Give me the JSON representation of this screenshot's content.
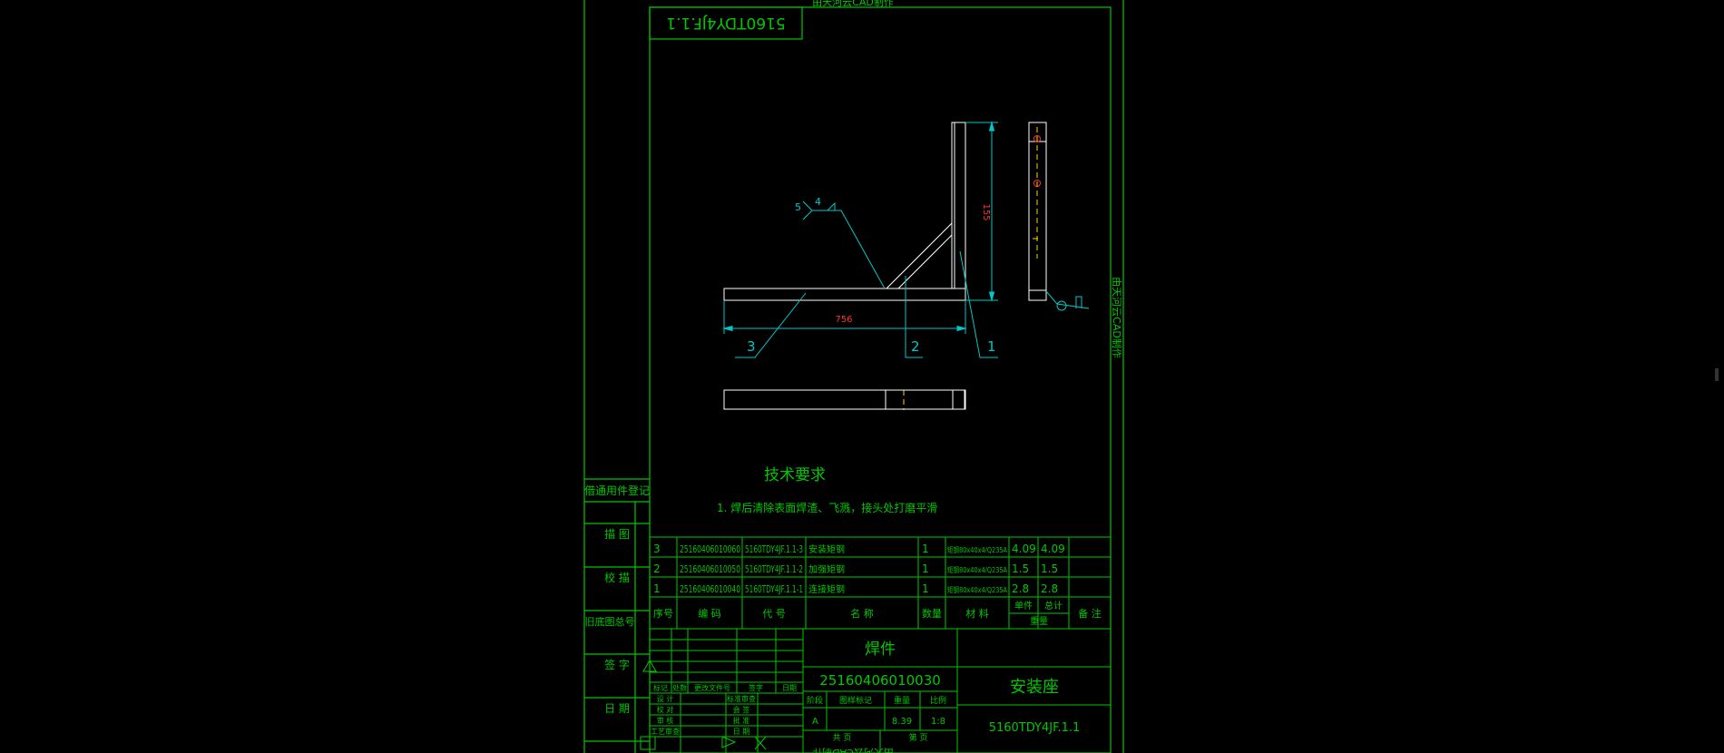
{
  "colors": {
    "frame": "#00c800",
    "part": "#ffffff",
    "dim": "#00c8c8",
    "dimtext": "#ff3030",
    "center": "#ffd400",
    "bg": "#000000"
  },
  "watermark": "由天河云CAD制作",
  "drawing_number_flipped": "5160TDY4JF.1.1",
  "left_strip": [
    "借通用件登记",
    "描 图",
    "校 描",
    "旧底图总号",
    "签 字",
    "日 期"
  ],
  "dims": {
    "horizontal": "756",
    "vertical": "155"
  },
  "weld_labels": {
    "size": "4",
    "count": "5"
  },
  "balloons": [
    "1",
    "2",
    "3"
  ],
  "notes": {
    "title": "技术要求",
    "line1": "1. 焊后清除表面焊渣、飞溅，接头处打磨平滑"
  },
  "bom": {
    "headers": [
      "序号",
      "编  码",
      "代  号",
      "名  称",
      "数量",
      "材  料",
      "单件",
      "总计",
      "备 注"
    ],
    "weight_label": "重量",
    "rows": [
      {
        "no": "3",
        "code": "25160406010060",
        "ref": "5160TDY4JF.1.1-3",
        "name": "安装矩钢",
        "qty": "1",
        "mat": "矩钢80x40x4/Q235A",
        "unit": "4.09",
        "total": "4.09"
      },
      {
        "no": "2",
        "code": "25160406010050",
        "ref": "5160TDY4JF.1.1-2",
        "name": "加强矩钢",
        "qty": "1",
        "mat": "矩钢80x40x4/Q235A",
        "unit": "1.5",
        "total": "1.5"
      },
      {
        "no": "1",
        "code": "25160406010040",
        "ref": "5160TDY4JF.1.1-1",
        "name": "连接矩钢",
        "qty": "1",
        "mat": "矩钢80x40x4/Q235A",
        "unit": "2.8",
        "total": "2.8"
      }
    ]
  },
  "title_block": {
    "type": "焊件",
    "code": "25160406010030",
    "name": "安装座",
    "drawing_no": "5160TDY4JF.1.1",
    "stage_hdr": "阶段",
    "mark_hdr": "图样标记",
    "weight_hdr": "重量",
    "scale_hdr": "比例",
    "stage": "A",
    "weight": "8.39",
    "scale": "1:8",
    "sheets_total": "共  页",
    "sheet_no": "第  页",
    "rev_headers": [
      "标记",
      "处数",
      "更改文件号",
      "签字",
      "日期"
    ],
    "roles_left": [
      "设 计",
      "校 对",
      "审 核",
      "工艺审查"
    ],
    "roles_right": [
      "标准审查",
      "会 签",
      "批 准",
      "日 期"
    ]
  }
}
